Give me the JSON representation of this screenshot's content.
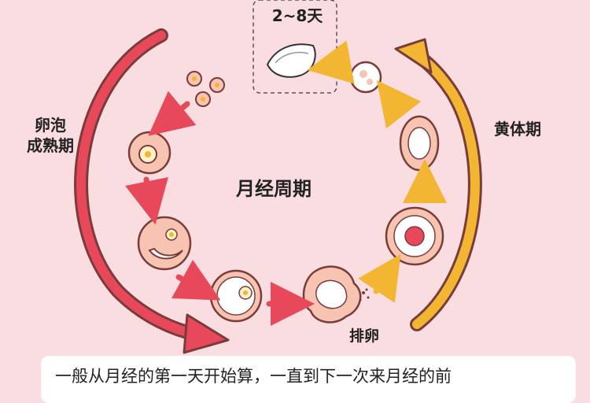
{
  "labels": {
    "follicular_line1": "卵泡",
    "follicular_line2": "成熟期",
    "luteal": "黄体期",
    "center": "月经周期",
    "ovulation": "排卵",
    "menses_days": "2~8天"
  },
  "caption": "一般从月经的第一天开始算，一直到下一次来月经的前",
  "colors": {
    "background": "#f9dde0",
    "follicular_arrow": "#e8495a",
    "luteal_arrow": "#f2b632",
    "small_arrow_red": "#e8495a",
    "small_arrow_yellow": "#f2b632",
    "follicle_fill": "#f6c4b0",
    "outline": "#7a3b3b"
  }
}
